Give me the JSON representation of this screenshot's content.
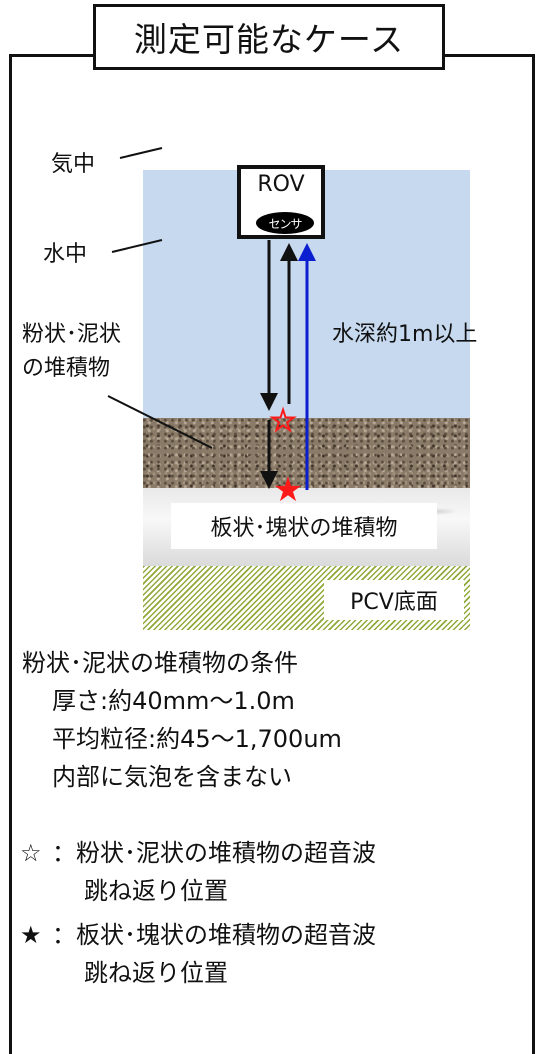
{
  "title": "測定可能なケース",
  "labels": {
    "air": "気中",
    "water": "水中",
    "powder_line1": "粉状･泥状",
    "powder_line2": "の堆積物",
    "depth": "水深約1m以上",
    "rov": "ROV",
    "sensor": "センサ",
    "plate": "板状･塊状の堆積物",
    "pcv": "PCV底面"
  },
  "conditions": {
    "heading": "粉状･泥状の堆積物の条件",
    "thickness": "厚さ:約40mm～1.0m",
    "grain": "平均粒径:約45～1,700um",
    "bubbles": "内部に気泡を含まない"
  },
  "legend": [
    {
      "symbol": "☆",
      "line1": "：粉状･泥状の堆積物の超音波",
      "line2": "跳ね返り位置"
    },
    {
      "symbol": "★",
      "line1": "：板状･塊状の堆積物の超音波",
      "line2": "跳ね返り位置"
    }
  ],
  "colors": {
    "water": "#c6d9ef",
    "powder": "#8a7a68",
    "plate": "#e6e6e6",
    "pcv_hatch": "#8faa3a",
    "blue_arrow": "#0b1fd1",
    "star": "#ff1a1a"
  }
}
